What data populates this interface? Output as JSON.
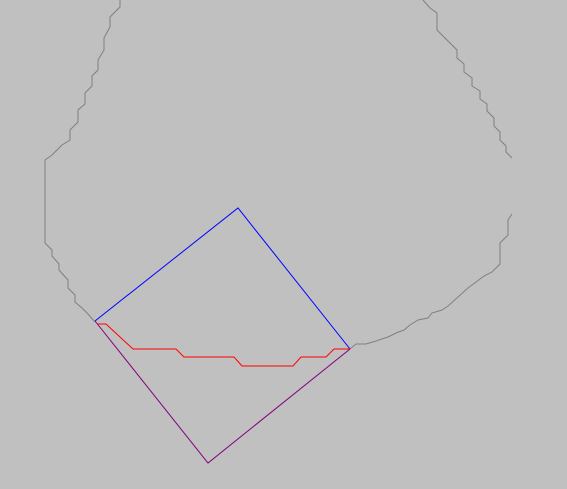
{
  "diagram": {
    "background_color": "#c0c0c0",
    "colors": {
      "outline": "#808080",
      "blue_edge": "#0000ff",
      "purple_edge": "#800080",
      "red_path": "#ff0000"
    },
    "elements": [
      {
        "id": "outline",
        "kind": "jagged closed outline"
      },
      {
        "id": "blue-edge",
        "kind": "triangle edge"
      },
      {
        "id": "purple-edge",
        "kind": "triangle edge"
      },
      {
        "id": "red-path",
        "kind": "stepped path"
      }
    ]
  }
}
